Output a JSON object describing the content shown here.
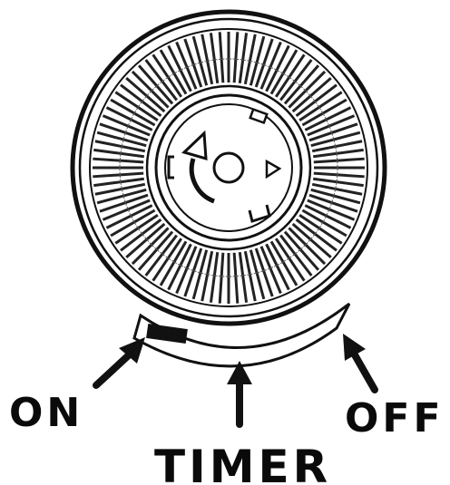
{
  "labels": {
    "on": "ON",
    "timer": "TIMER",
    "off": "OFF"
  },
  "dial": {
    "segment_count": 96,
    "icons": [
      "rotate-arrow-icon",
      "play-triangle-icon"
    ]
  },
  "colors": {
    "ink": "#0a0a0a",
    "paper": "#ffffff"
  }
}
